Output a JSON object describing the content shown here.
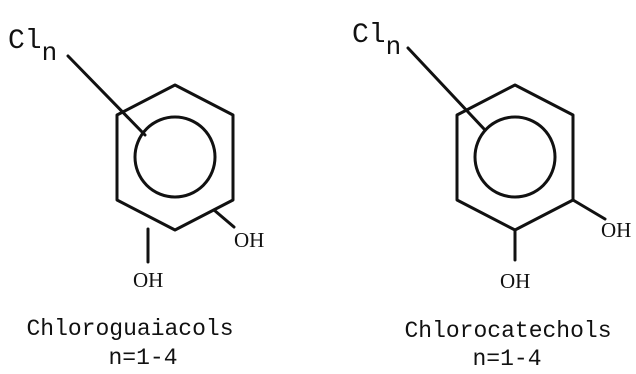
{
  "molecules": [
    {
      "substituent": "Cl",
      "subscript": "n",
      "oh_top": "OH",
      "oh_bottom": "OH",
      "name": "Chloroguaiacols",
      "range": "n=1-4"
    },
    {
      "substituent": "Cl",
      "subscript": "n",
      "oh_top": "OH",
      "oh_bottom": "OH",
      "name": "Chlorocatechols",
      "range": "n=1-4"
    }
  ],
  "colors": {
    "ink": "#111111",
    "background": "#ffffff"
  }
}
